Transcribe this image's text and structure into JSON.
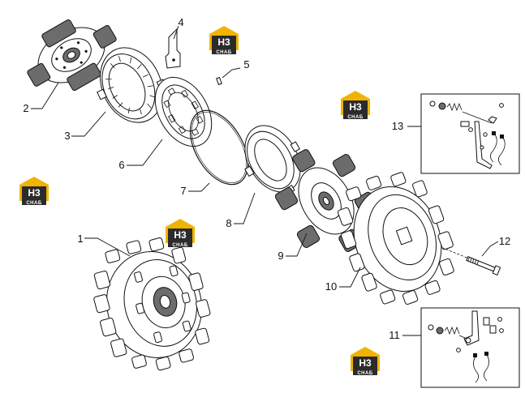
{
  "diagram": {
    "callouts": [
      "1",
      "2",
      "3",
      "4",
      "5",
      "6",
      "7",
      "8",
      "9",
      "10",
      "11",
      "12",
      "13"
    ],
    "brand": {
      "mark": "H3",
      "sub": "CHAБ",
      "colors": {
        "yellow": "#f0b400",
        "dark": "#2b2b2b"
      }
    },
    "colors": {
      "line": "#111111",
      "lining": "#6c6c6c",
      "background": "#ffffff"
    }
  }
}
